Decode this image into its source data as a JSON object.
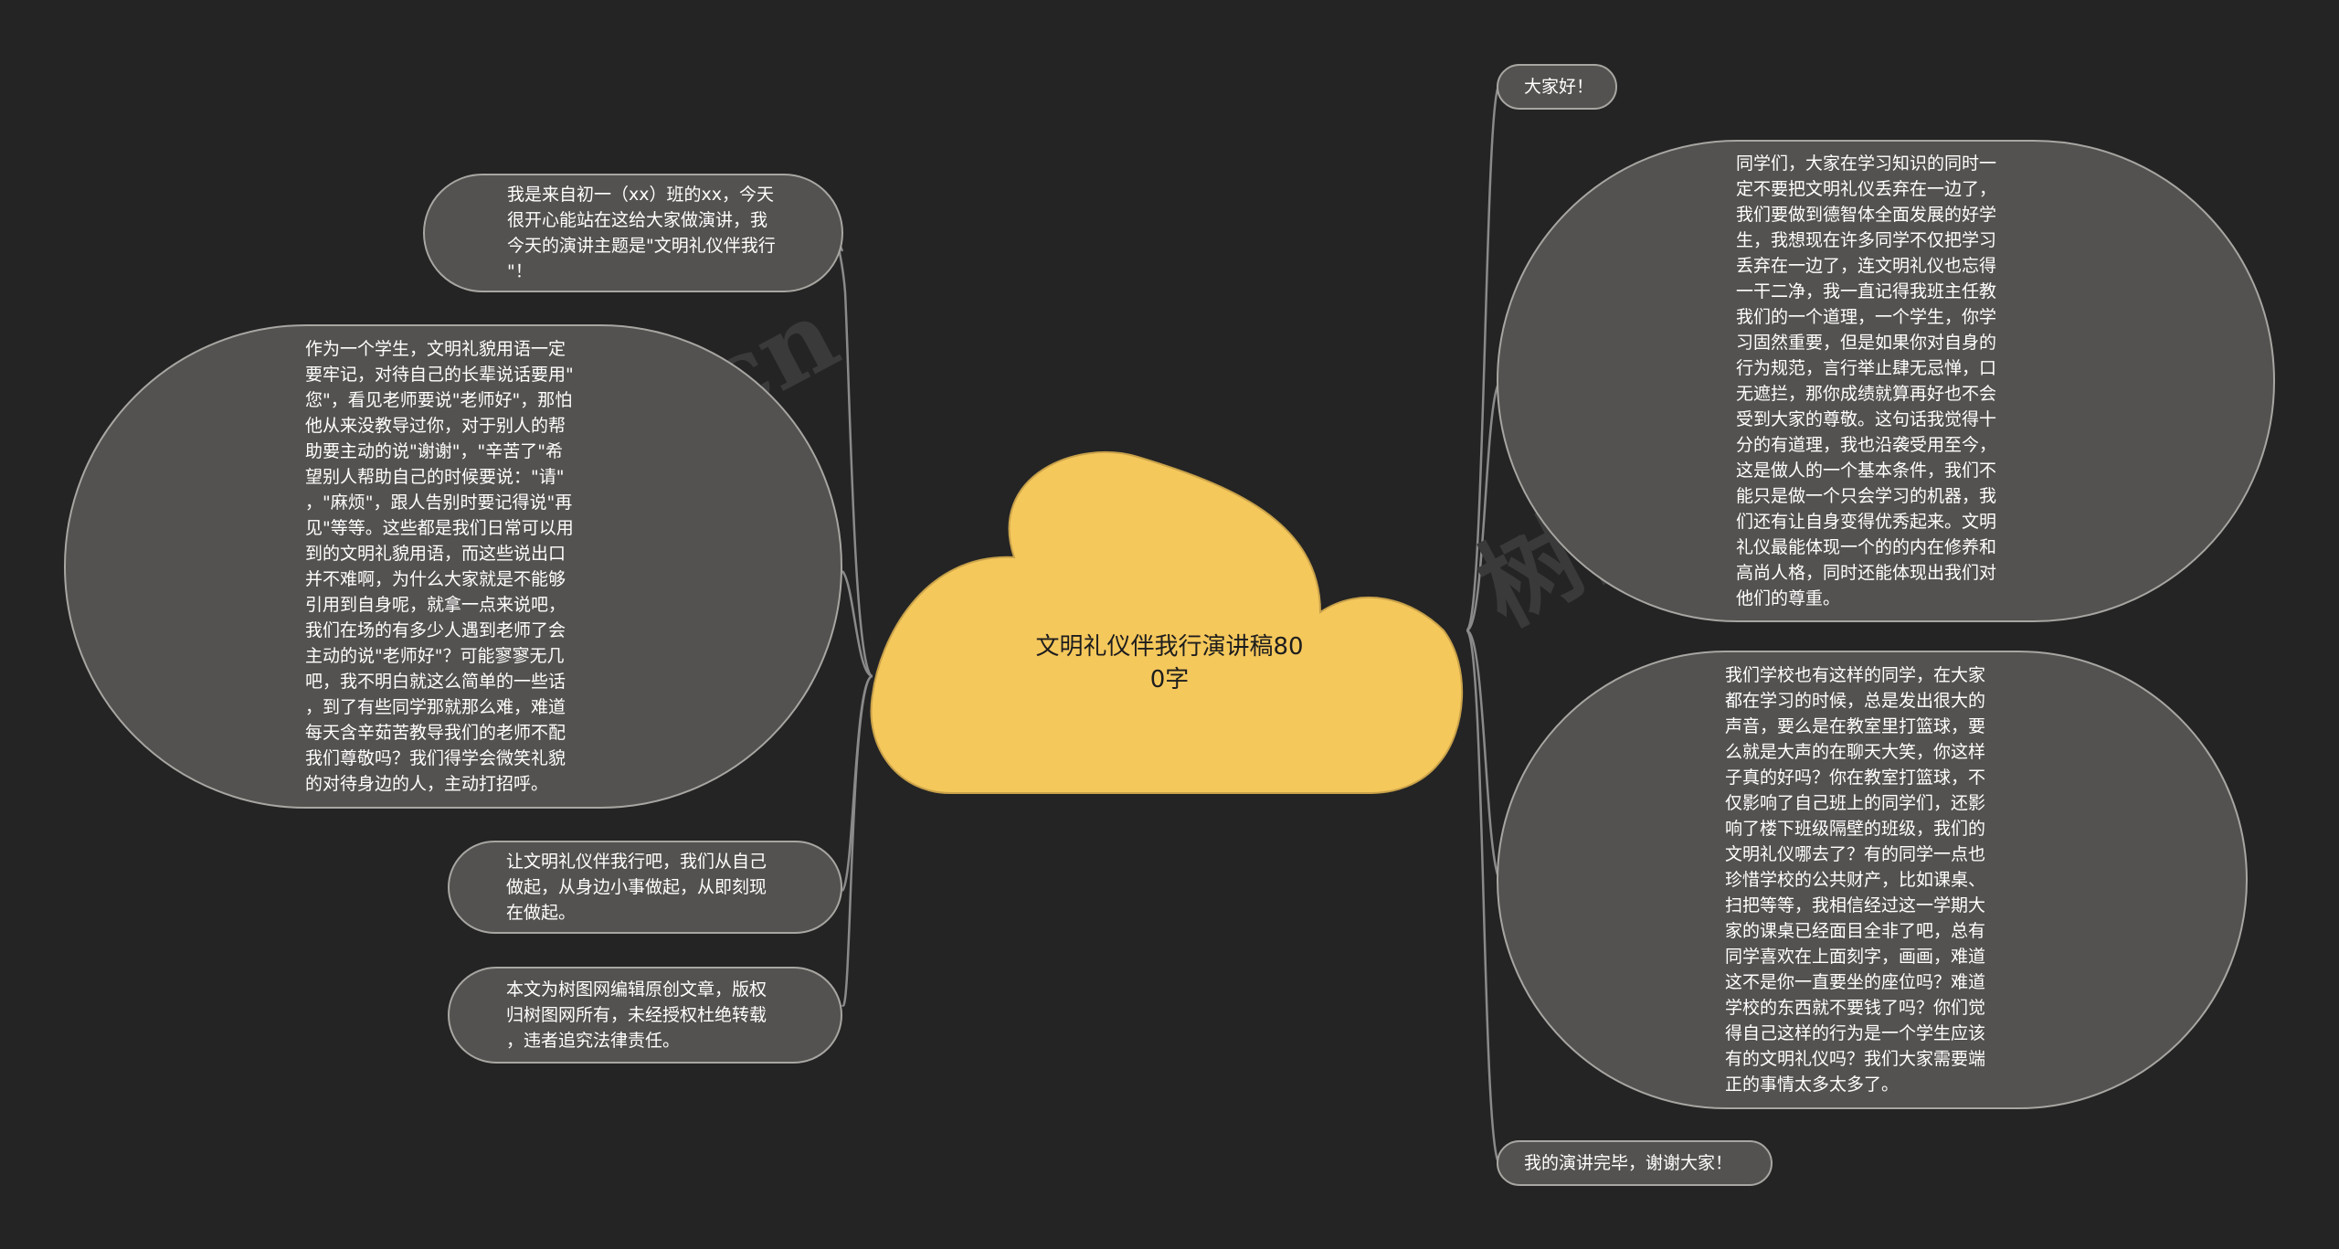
{
  "center": {
    "title": "文明礼仪伴我行演讲稿80\n0字",
    "fill": "#f5c85c"
  },
  "colors": {
    "background": "#242424",
    "node_fill": "#545250",
    "node_border": "#a8a6a2",
    "connector": "#8a8a8a"
  },
  "watermark": {
    "left": "shutu.cn",
    "right": "树图 sh"
  },
  "left_nodes": [
    {
      "id": "intro",
      "text": "我是来自初一（xx）班的xx，今天\n很开心能站在这给大家做演讲，我\n今天的演讲主题是\"文明礼仪伴我行\n\"！"
    },
    {
      "id": "student-etiquette",
      "text": "作为一个学生，文明礼貌用语一定\n要牢记，对待自己的长辈说话要用\"\n您\"，看见老师要说\"老师好\"，那怕\n他从来没教导过你，对于别人的帮\n助要主动的说\"谢谢\"，\"辛苦了\"希\n望别人帮助自己的时候要说：\"请\"\n，\"麻烦\"，跟人告别时要记得说\"再\n见\"等等。这些都是我们日常可以用\n到的文明礼貌用语，而这些说出口\n并不难啊，为什么大家就是不能够\n引用到自身呢，就拿一点来说吧，\n我们在场的有多少人遇到老师了会\n主动的说\"老师好\"？可能寥寥无几\n吧，我不明白就这么简单的一些话\n，到了有些同学那就那么难，难道\n每天含辛茹苦教导我们的老师不配\n我们尊敬吗？我们得学会微笑礼貌\n的对待身边的人，主动打招呼。"
    },
    {
      "id": "call-to-action",
      "text": "让文明礼仪伴我行吧，我们从自己\n做起，从身边小事做起，从即刻现\n在做起。"
    },
    {
      "id": "copyright",
      "text": "本文为树图网编辑原创文章，版权\n归树图网所有，未经授权杜绝转载\n，违者追究法律责任。"
    }
  ],
  "right_nodes": [
    {
      "id": "greeting",
      "text": "大家好！"
    },
    {
      "id": "knowledge-and-etiquette",
      "text": "同学们，大家在学习知识的同时一\n定不要把文明礼仪丢弃在一边了，\n我们要做到德智体全面发展的好学\n生，我想现在许多同学不仅把学习\n丢弃在一边了，连文明礼仪也忘得\n一干二净，我一直记得我班主任教\n我们的一个道理，一个学生，你学\n习固然重要，但是如果你对自身的\n行为规范，言行举止肆无忌惮，口\n无遮拦，那你成绩就算再好也不会\n受到大家的尊敬。这句话我觉得十\n分的有道理，我也沿袭受用至今，\n这是做人的一个基本条件，我们不\n能只是做一个只会学习的机器，我\n们还有让自身变得优秀起来。文明\n礼仪最能体现一个的的内在修养和\n高尚人格，同时还能体现出我们对\n他们的尊重。"
    },
    {
      "id": "school-behavior",
      "text": "我们学校也有这样的同学，在大家\n都在学习的时候，总是发出很大的\n声音，要么是在教室里打篮球，要\n么就是大声的在聊天大笑，你这样\n子真的好吗？你在教室打篮球，不\n仅影响了自己班上的同学们，还影\n响了楼下班级隔壁的班级，我们的\n文明礼仪哪去了？有的同学一点也\n珍惜学校的公共财产，比如课桌、\n扫把等等，我相信经过这一学期大\n家的课桌已经面目全非了吧，总有\n同学喜欢在上面刻字，画画，难道\n这不是你一直要坐的座位吗？难道\n学校的东西就不要钱了吗？你们觉\n得自己这样的行为是一个学生应该\n有的文明礼仪吗？我们大家需要端\n正的事情太多太多了。"
    },
    {
      "id": "closing",
      "text": "我的演讲完毕，谢谢大家！"
    }
  ]
}
